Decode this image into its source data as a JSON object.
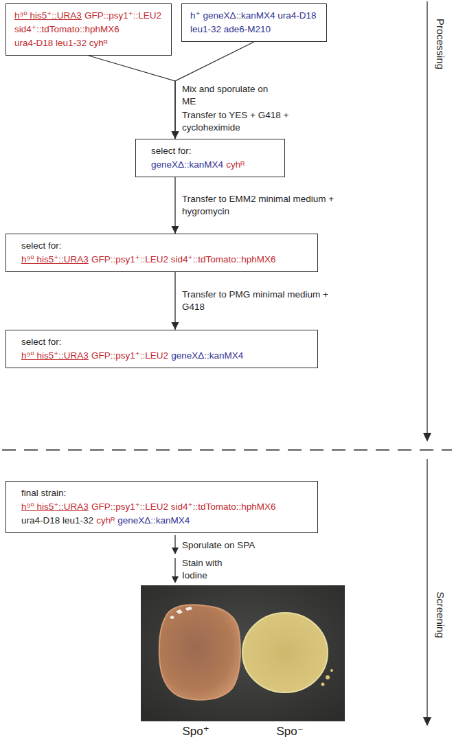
{
  "diagram": {
    "nodes": [
      {
        "text": [
          "h⁹⁰ his5⁺::URA3",
          "GFP::psy1⁺::LEU2",
          "sid4⁺::tdTomato::hphMX6",
          "ura4-D18 leu1-32 cyhᴿ"
        ]
      },
      {
        "text": [
          "h⁺ geneXΔ::kanMX4 ura4-D18",
          "leu1-32 ade6-M210"
        ]
      },
      {
        "text": [
          "select for:",
          "geneXΔ::kanMX4",
          "cyhᴿ"
        ]
      },
      {
        "text": [
          "select for:",
          "h⁹⁰ his5⁺::URA3",
          "GFP::psy1⁺::LEU2 sid4⁺::tdTomato::hphMX6"
        ]
      },
      {
        "text": [
          "select for:",
          "h⁹⁰ his5⁺::URA3",
          "GFP::psy1⁺::LEU2",
          "geneXΔ::kanMX4"
        ]
      },
      {
        "text": [
          "final strain:",
          "h⁹⁰ his5⁺::URA3",
          "GFP::psy1⁺::LEU2 sid4⁺::tdTomato::hphMX6",
          "ura4-D18 leu1-32",
          "cyhᴿ",
          "geneXΔ::kanMX4"
        ]
      }
    ],
    "edges": [
      {
        "from": 0,
        "to": 2,
        "arrow": "to"
      },
      {
        "from": 1,
        "to": 2,
        "arrow": "to"
      },
      {
        "from": 2,
        "to": 3,
        "arrow": "to",
        "label": "Transfer to EMM2 minimal medium + hygromycin"
      },
      {
        "from": 3,
        "to": 4,
        "arrow": "to",
        "label": "Transfer to PMG minimal medium + G418"
      }
    ],
    "labels": [
      "Mix and sporulate on ME",
      "Transfer to YES + G418 + cycloheximide",
      "Sporulate on SPA",
      "Stain with Iodine",
      "Spo⁺",
      "Spo⁻",
      "Processing",
      "Screening"
    ]
  }
}
